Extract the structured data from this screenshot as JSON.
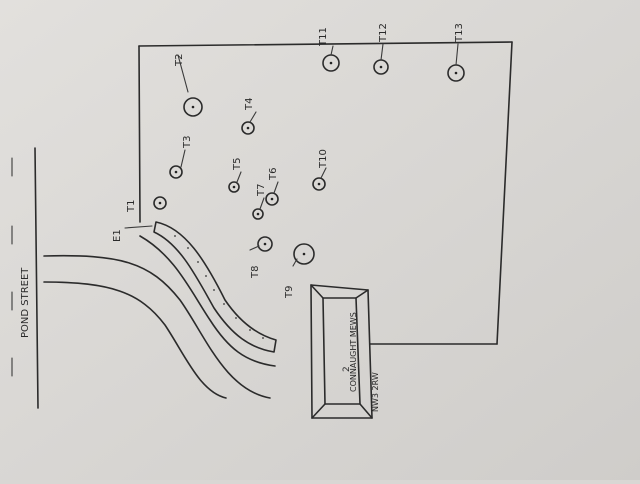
{
  "street": {
    "label": "POND STREET"
  },
  "building": {
    "line1": "2",
    "line2": "CONNAUGHT MEWS",
    "line3": "NW3 2RW"
  },
  "markers": {
    "e1": "E1",
    "t1": "T1",
    "t2": "T2",
    "t3": "T3",
    "t4": "T4",
    "t5": "T5",
    "t6": "T6",
    "t7": "T7",
    "t8": "T8",
    "t9": "T9",
    "t10": "T10",
    "t11": "T11",
    "t12": "T12",
    "t13": "T13"
  },
  "colors": {
    "paper": "#d9d7d4",
    "ink": "#2b2b2b"
  }
}
